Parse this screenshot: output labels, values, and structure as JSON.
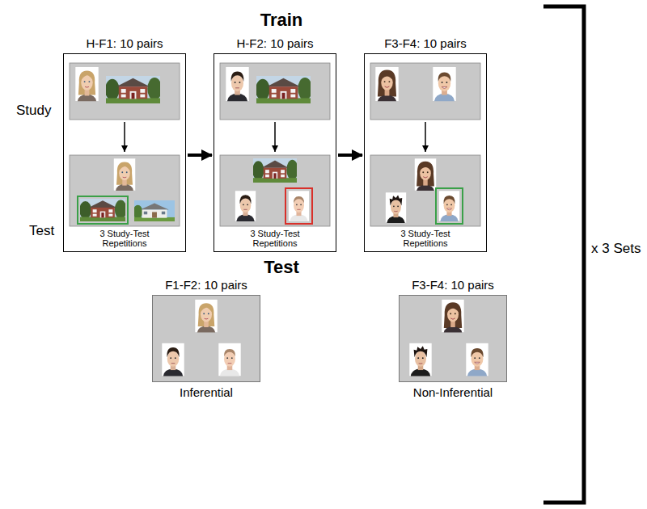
{
  "diagram": {
    "title": "Train",
    "nodes": [
      {
        "text": [
          "H-F1: 10 pairs",
          "3 Study-Test Repetitions"
        ]
      },
      {
        "text": [
          "H-F2: 10 pairs",
          "3 Study-Test Repetitions"
        ]
      },
      {
        "text": [
          "F3-F4: 10 pairs",
          "3 Study-Test Repetitions"
        ]
      },
      {
        "text": [
          "F1-F2: 10 pairs",
          "Inferential"
        ]
      },
      {
        "text": [
          "F3-F4: 10 pairs",
          "Non-Inferential"
        ]
      }
    ],
    "edges": [
      {
        "from": 0,
        "to": 1,
        "arrow": "to"
      },
      {
        "from": 1,
        "to": 2,
        "arrow": "to"
      }
    ],
    "labels": [
      "Study",
      "Test",
      "Test",
      "x 3 Sets"
    ]
  }
}
